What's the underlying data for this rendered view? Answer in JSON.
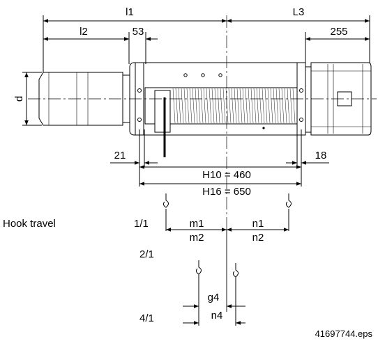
{
  "dimensions": {
    "l1": "l1",
    "L3": "L3",
    "l2": "l2",
    "d53": "53",
    "d255": "255",
    "d": "d",
    "d21": "21",
    "d18": "18",
    "H10": "H10 = 460",
    "H16": "H16 = 650"
  },
  "hook_travel": {
    "label": "Hook travel",
    "ratio_1_1": "1/1",
    "ratio_2_1": "2/1",
    "ratio_4_1": "4/1",
    "m1": "m1",
    "n1": "n1",
    "m2": "m2",
    "n2": "n2",
    "g4": "g4",
    "n4": "n4"
  },
  "filename": "41697744.eps"
}
